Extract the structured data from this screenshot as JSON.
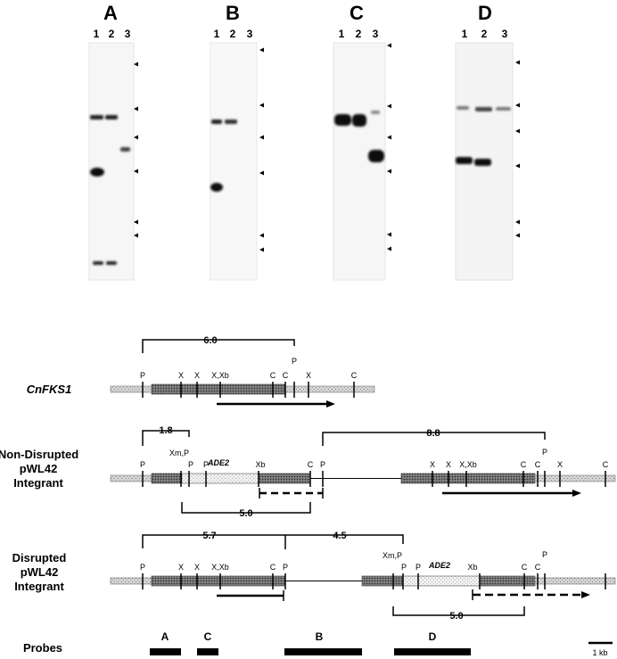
{
  "panels": [
    {
      "label": "A",
      "lanes": [
        "1",
        "2",
        "3"
      ]
    },
    {
      "label": "B",
      "lanes": [
        "1",
        "2",
        "3"
      ]
    },
    {
      "label": "C",
      "lanes": [
        "1",
        "2",
        "3"
      ]
    },
    {
      "label": "D",
      "lanes": [
        "1",
        "2",
        "3"
      ]
    }
  ],
  "maps": {
    "cnfks1": {
      "label": "CnFKS1",
      "fragment": "6.0"
    },
    "nondisrupted": {
      "label_lines": [
        "Non-Disrupted",
        "pWL42",
        "Integrant"
      ],
      "fragments": [
        "1.8",
        "8.8",
        "5.0"
      ],
      "ade2": "ADE2"
    },
    "disrupted": {
      "label_lines": [
        "Disrupted",
        "pWL42",
        "Integrant"
      ],
      "fragments": [
        "5.7",
        "4.5",
        "5.0"
      ],
      "ade2": "ADE2"
    }
  },
  "site_labels": {
    "cnfks1": [
      "P",
      "X",
      "X",
      "X,Xb",
      "C",
      "C",
      "P",
      "X",
      "C"
    ],
    "nondisrupted_left": [
      "P",
      "Xm,P",
      "P",
      "P",
      "Xb",
      "C",
      "P"
    ],
    "nondisrupted_right": [
      "X",
      "X",
      "X,Xb",
      "C",
      "C",
      "P",
      "X",
      "C"
    ],
    "disrupted_left": [
      "P",
      "X",
      "X",
      "X,Xb",
      "C",
      "P"
    ],
    "disrupted_right": [
      "Xm,P",
      "P",
      "P",
      "Xb",
      "C",
      "C",
      "P"
    ]
  },
  "probes": {
    "label": "Probes",
    "names": [
      "A",
      "C",
      "B",
      "D"
    ]
  },
  "scale_bar": "1 kb",
  "colors": {
    "gel_bg": "#f7f7f7",
    "band": "#111111",
    "coding": "#8a8a8a",
    "flank": "#cfcfcf",
    "ade2": "#e6e6e6"
  }
}
